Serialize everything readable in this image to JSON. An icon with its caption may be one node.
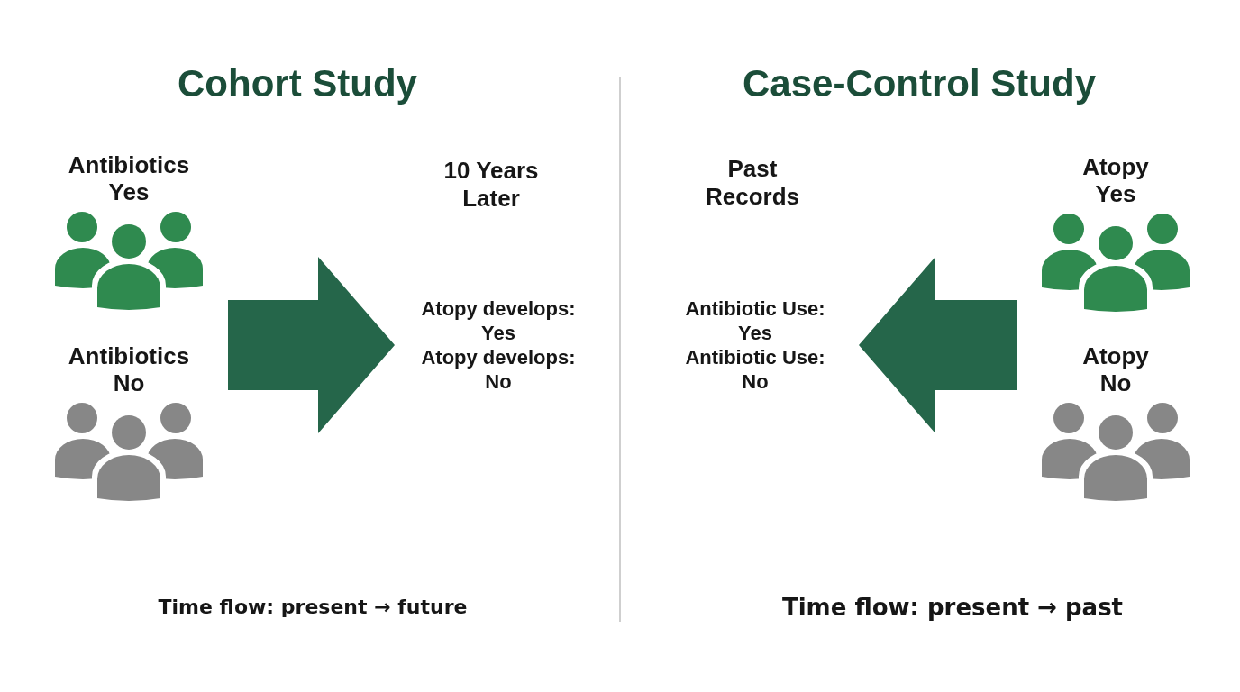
{
  "diagram": {
    "nodes": [
      {
        "text": [
          "Antibiotics Yes"
        ]
      },
      {
        "text": [
          "Antibiotics No"
        ]
      },
      {
        "text": [
          "Atopy develops: Yes",
          "Atopy develops: No"
        ]
      },
      {
        "text": [
          "Antibiotic Use: Yes",
          "Antibiotic Use: No"
        ]
      },
      {
        "text": [
          "Atopy Yes"
        ]
      },
      {
        "text": [
          "Atopy No"
        ]
      }
    ],
    "edges": [
      {
        "from": 0,
        "to": 2,
        "arrow": "to"
      },
      {
        "from": 1,
        "to": 2,
        "arrow": "to"
      },
      {
        "from": 4,
        "to": 3,
        "arrow": "to"
      },
      {
        "from": 5,
        "to": 3,
        "arrow": "to"
      }
    ],
    "labels": [
      "Cohort Study",
      "Case-Control Study",
      "10 Years Later",
      "Past Records",
      "Time flow: present → future",
      "Time flow: present → past"
    ]
  }
}
